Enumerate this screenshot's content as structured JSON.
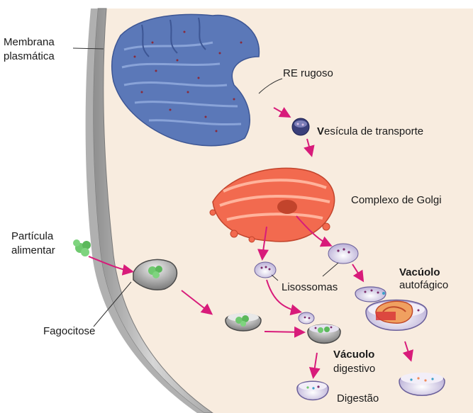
{
  "labels": {
    "membrana_line1": "Membrana",
    "membrana_line2": "plasmática",
    "re_rugoso": "RE rugoso",
    "vesicula_bold": "V",
    "vesicula_rest": "esícula de transporte",
    "golgi": "Complexo de Golgi",
    "particula_line1": "Partícula",
    "particula_line2": "alimentar",
    "lisossomas": "Lisossomas",
    "vacuolo_auto_line1": "Vacúolo",
    "vacuolo_auto_line2": "autofágico",
    "fagocitose": "Fagocitose",
    "vacuolo_dig_line1": "Vácuolo",
    "vacuolo_dig_line2": "digestivo",
    "digestao": "Digestão"
  },
  "colors": {
    "cytoplasm": "#f8ecdf",
    "membrane": "#c8c8c8",
    "er": "#5b78b8",
    "golgi": "#f26a4f",
    "arrow": "#d81b7a",
    "food": "#6fc96f",
    "lysosome_dot": "#7a2a6a"
  }
}
